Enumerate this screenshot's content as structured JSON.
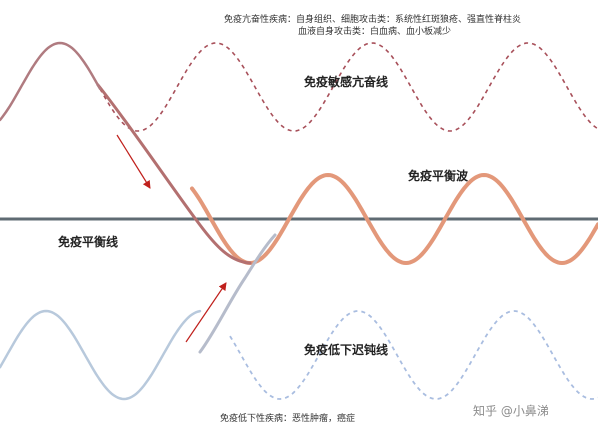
{
  "notes": {
    "hyper_line1": "免疫亢奋性疾病：自身组织、细胞攻击类：系统性红斑狼疮、强直性脊柱炎",
    "hyper_line2": "血液自身攻击类：白血病、血小板减少",
    "hypo": "免疫低下性疾病：恶性肿瘤，癌症"
  },
  "labels": {
    "hyper_line": "免疫敏感亢奋线",
    "balance_wave": "免疫平衡波",
    "balance_line": "免疫平衡线",
    "hypo_line": "免疫低下迟钝线"
  },
  "watermark": "知乎 @小鼻涕",
  "colors": {
    "balance_line": "#5f6b73",
    "hyper_dashed": "#a8505a",
    "balance_wave": "#e3987a",
    "hypo_solid": "#b8c9dc",
    "hypo_dashed": "#a9bde0",
    "arrow": "#c0201c"
  }
}
